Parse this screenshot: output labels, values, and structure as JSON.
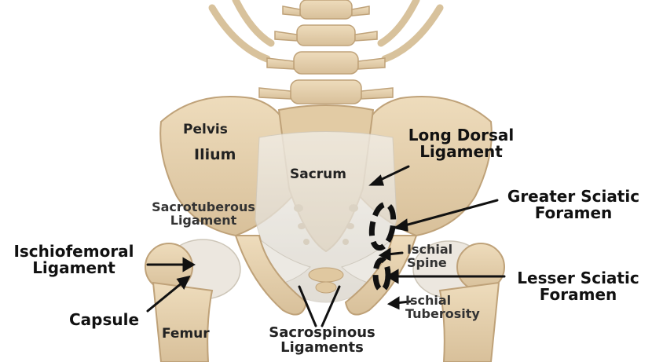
{
  "labels": {
    "pelvis": "Pelvis",
    "ilium": "Ilium",
    "sacrum": "Sacrum",
    "long_dorsal_line1": "Long Dorsal",
    "long_dorsal_line2": "Ligament",
    "sacrotuberous_line1": "Sacrotuberous",
    "sacrotuberous_line2": "Ligament",
    "greater_sciatic_line1": "Greater Sciatic",
    "greater_sciatic_line2": "Foramen",
    "ischiofemoral_line1": "Ischiofemoral",
    "ischiofemoral_line2": "Ligament",
    "ischial_spine_line1": "Ischial",
    "ischial_spine_line2": "Spine",
    "lesser_sciatic_line1": "Lesser Sciatic",
    "lesser_sciatic_line2": "Foramen",
    "capsule": "Capsule",
    "ischial_tuberosity_line1": "Ischial",
    "ischial_tuberosity_line2": "Tuberosity",
    "femur": "Femur",
    "sacrospinous_line1": "Sacrospinous",
    "sacrospinous_line2": "Ligaments"
  },
  "colors": {
    "bone": "#e6d3b0",
    "bone_shade": "#c9ae84",
    "ligament": "#ebe8e2",
    "ligament_shade": "#d3cec4",
    "arrow": "#111111",
    "dashed_outline": "#111111"
  }
}
